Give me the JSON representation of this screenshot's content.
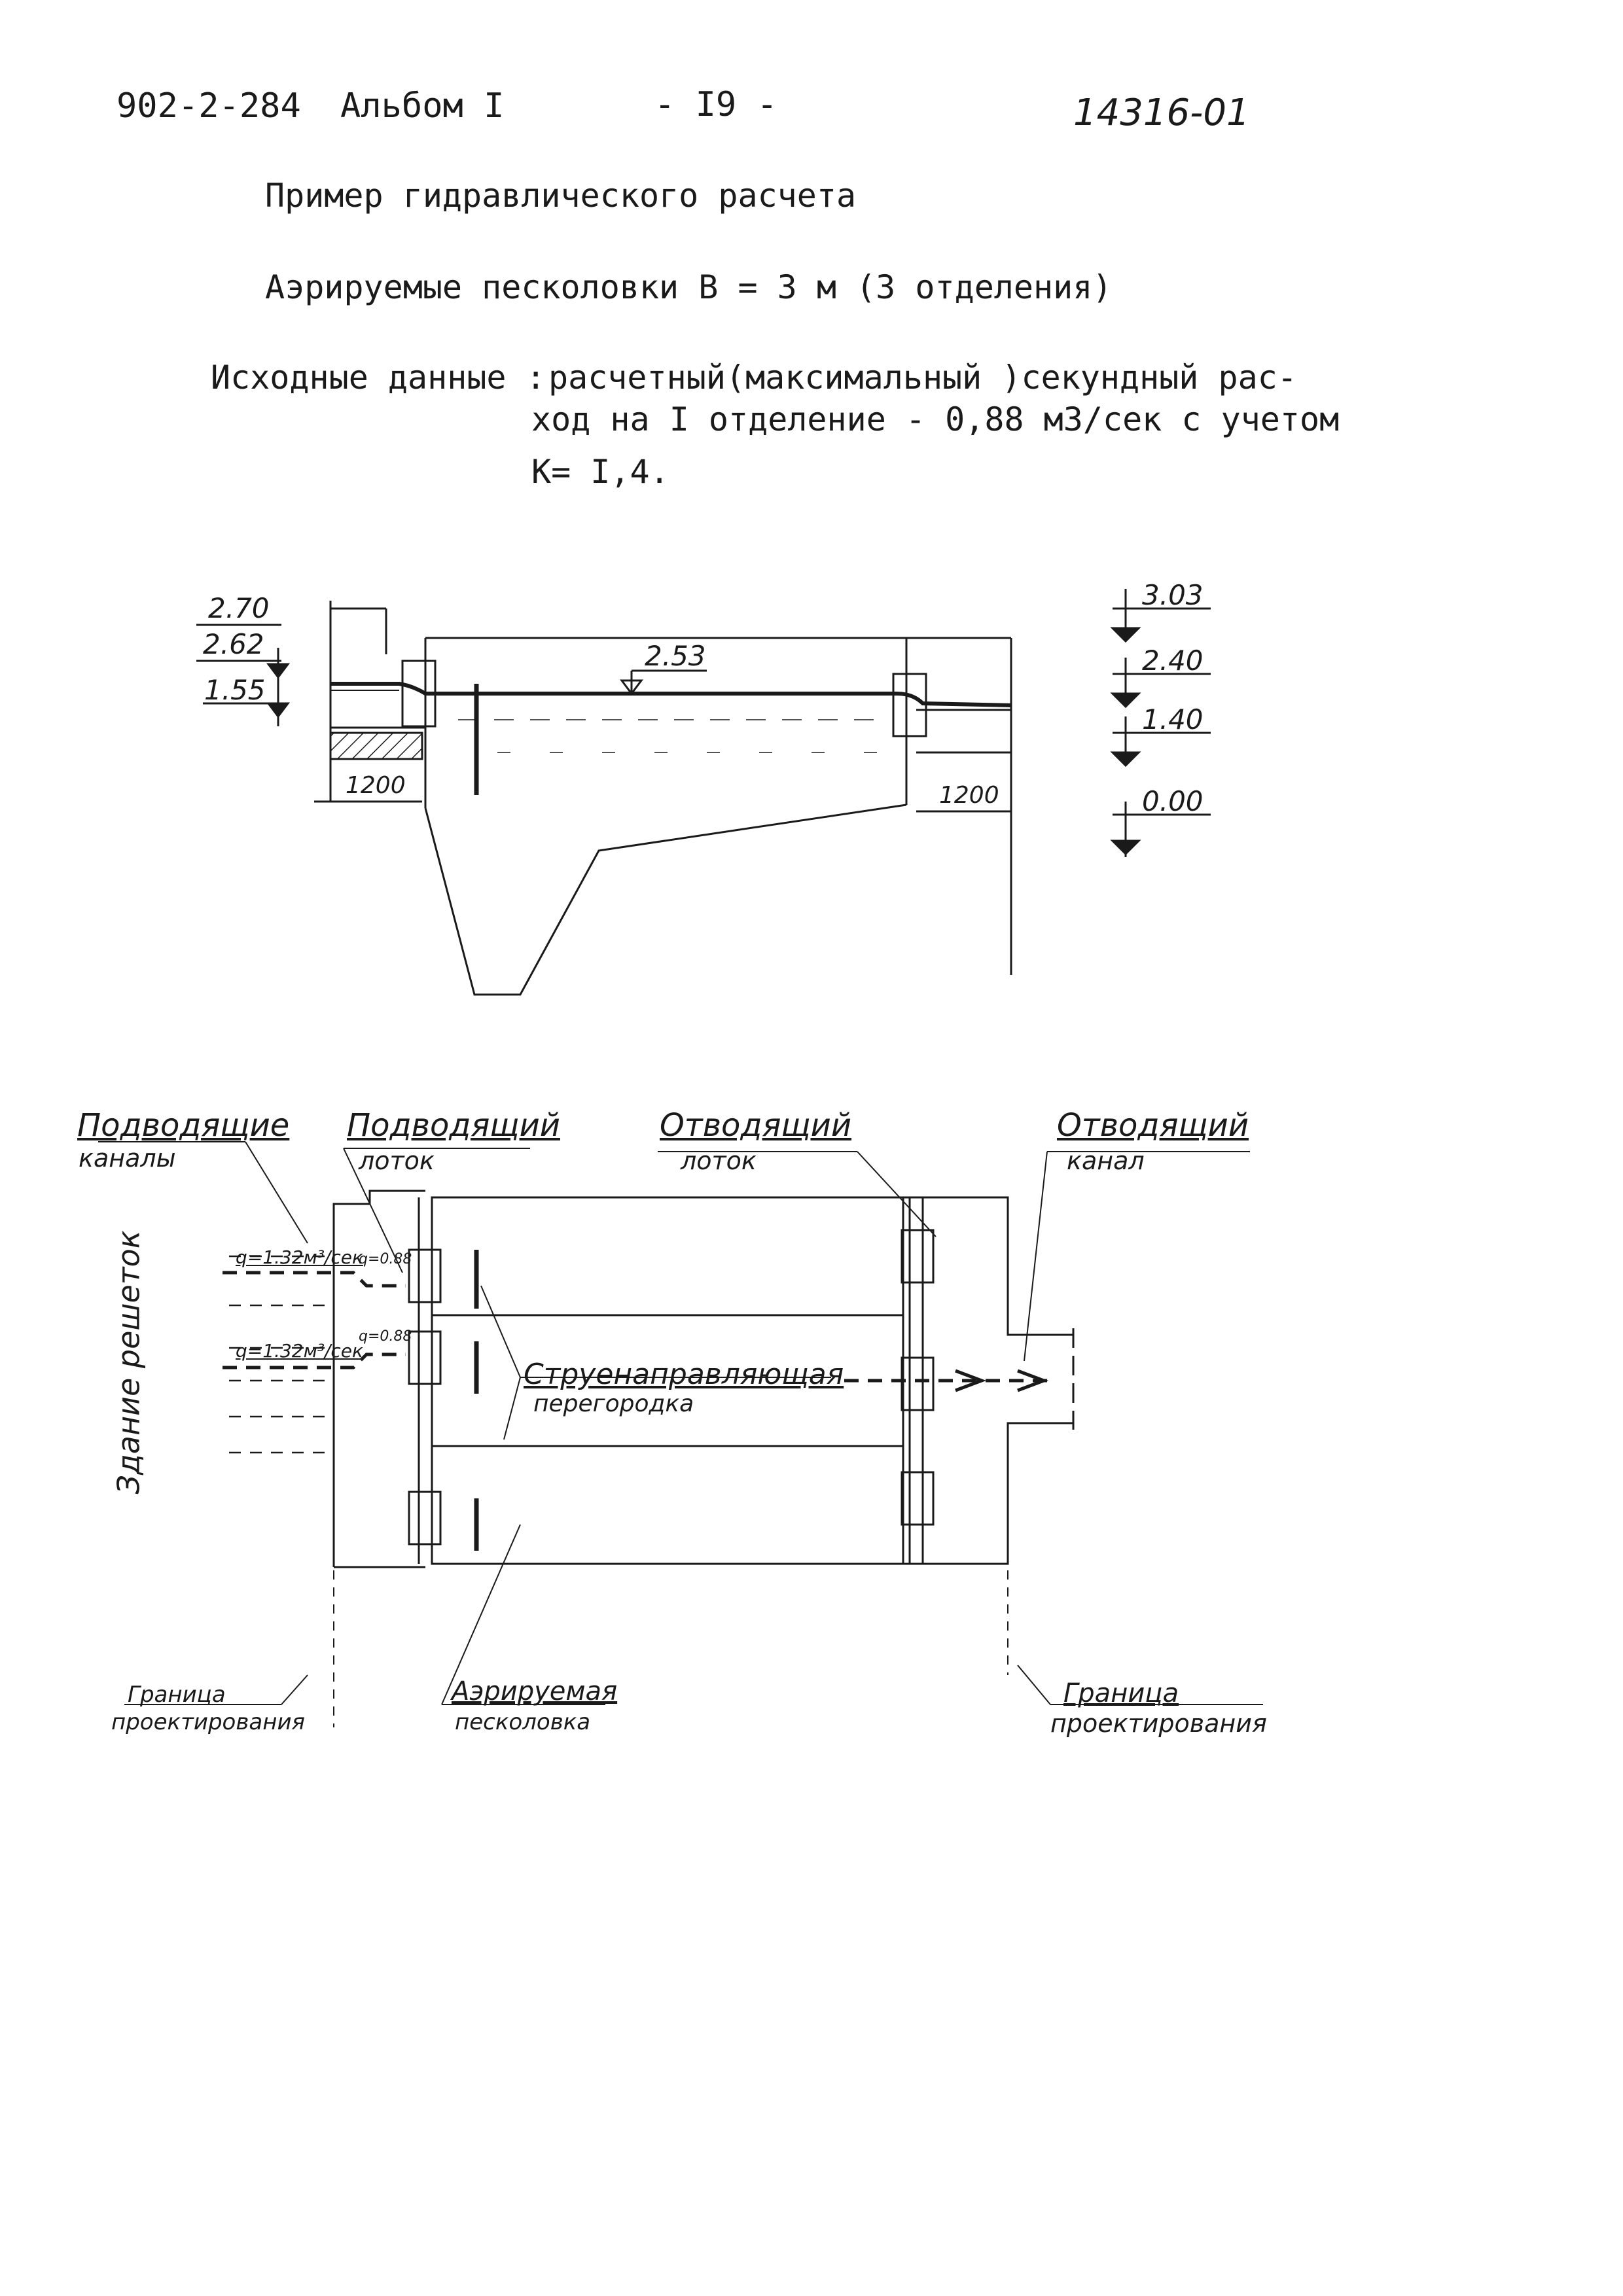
{
  "header": {
    "doc_code": "902-2-284",
    "album": "Альбом I",
    "page_number": "- I9 -",
    "sheet_code": "14316-01"
  },
  "title": "Пример гидравлического расчета",
  "subtitle": "Аэрируемые песколовки В = 3 м (3 отделения)",
  "initial_data": {
    "label": "Исходные данные :",
    "line1": "расчетный(максимальный )секундный рас-",
    "line2": "ход на I отделение - 0,88 м3/сек с учетом",
    "line3": "К= I,4."
  },
  "section_drawing": {
    "left_marks": [
      "2.70",
      "2.62",
      "1.55"
    ],
    "inner_mark": "2.53",
    "right_marks": [
      "3.03",
      "2.40",
      "1.40",
      "0.00"
    ],
    "dim_left": "1200",
    "dim_right": "1200"
  },
  "plan_drawing": {
    "label_inlet_channels": [
      "Подводящие",
      "каналы"
    ],
    "label_inlet_tray": [
      "Подводящий",
      "лоток"
    ],
    "label_outlet_tray": [
      "Отводящий",
      "лоток"
    ],
    "label_outlet_channel": [
      "Отводящий",
      "канал"
    ],
    "label_screen_building": "Здание решеток",
    "flow_q1": "q=1.32м³/сек",
    "flow_q2": "q=1.32м³/сек",
    "flow_small1": "q=0.88",
    "flow_small2": "q=0.88",
    "label_baffle": [
      "Струенаправляющая",
      "перегородка"
    ],
    "label_design_border_left": [
      "Граница",
      "проектирования"
    ],
    "label_sand_trap": [
      "Аэрируемая",
      "песколовка"
    ],
    "label_design_border_right": [
      "Граница",
      "проектирования"
    ]
  }
}
